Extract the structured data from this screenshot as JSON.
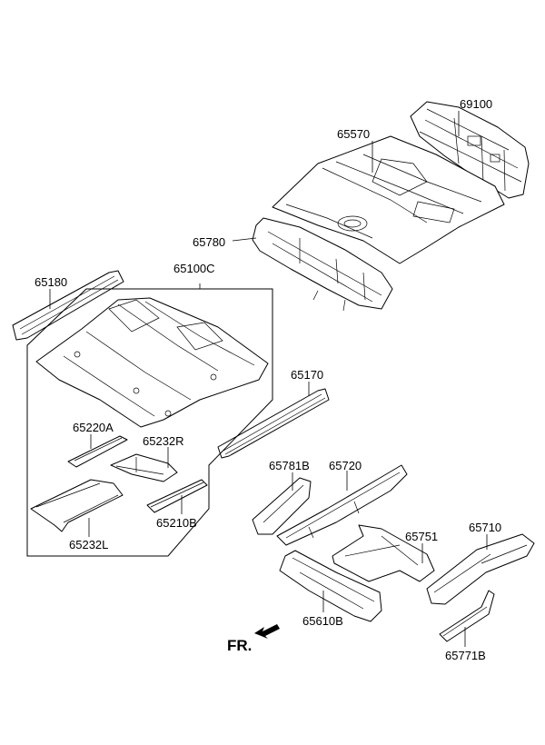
{
  "parts": [
    {
      "id": "p69100",
      "label": "69100"
    },
    {
      "id": "p65570",
      "label": "65570"
    },
    {
      "id": "p65780",
      "label": "65780"
    },
    {
      "id": "p65180",
      "label": "65180"
    },
    {
      "id": "p65100C",
      "label": "65100C"
    },
    {
      "id": "p65170",
      "label": "65170"
    },
    {
      "id": "p65220A",
      "label": "65220A"
    },
    {
      "id": "p65232R",
      "label": "65232R"
    },
    {
      "id": "p65210B",
      "label": "65210B"
    },
    {
      "id": "p65232L",
      "label": "65232L"
    },
    {
      "id": "p65781B",
      "label": "65781B"
    },
    {
      "id": "p65720",
      "label": "65720"
    },
    {
      "id": "p65751",
      "label": "65751"
    },
    {
      "id": "p65710",
      "label": "65710"
    },
    {
      "id": "p65610B",
      "label": "65610B"
    },
    {
      "id": "p65771B",
      "label": "65771B"
    }
  ],
  "front_marker": {
    "label": "FR."
  }
}
